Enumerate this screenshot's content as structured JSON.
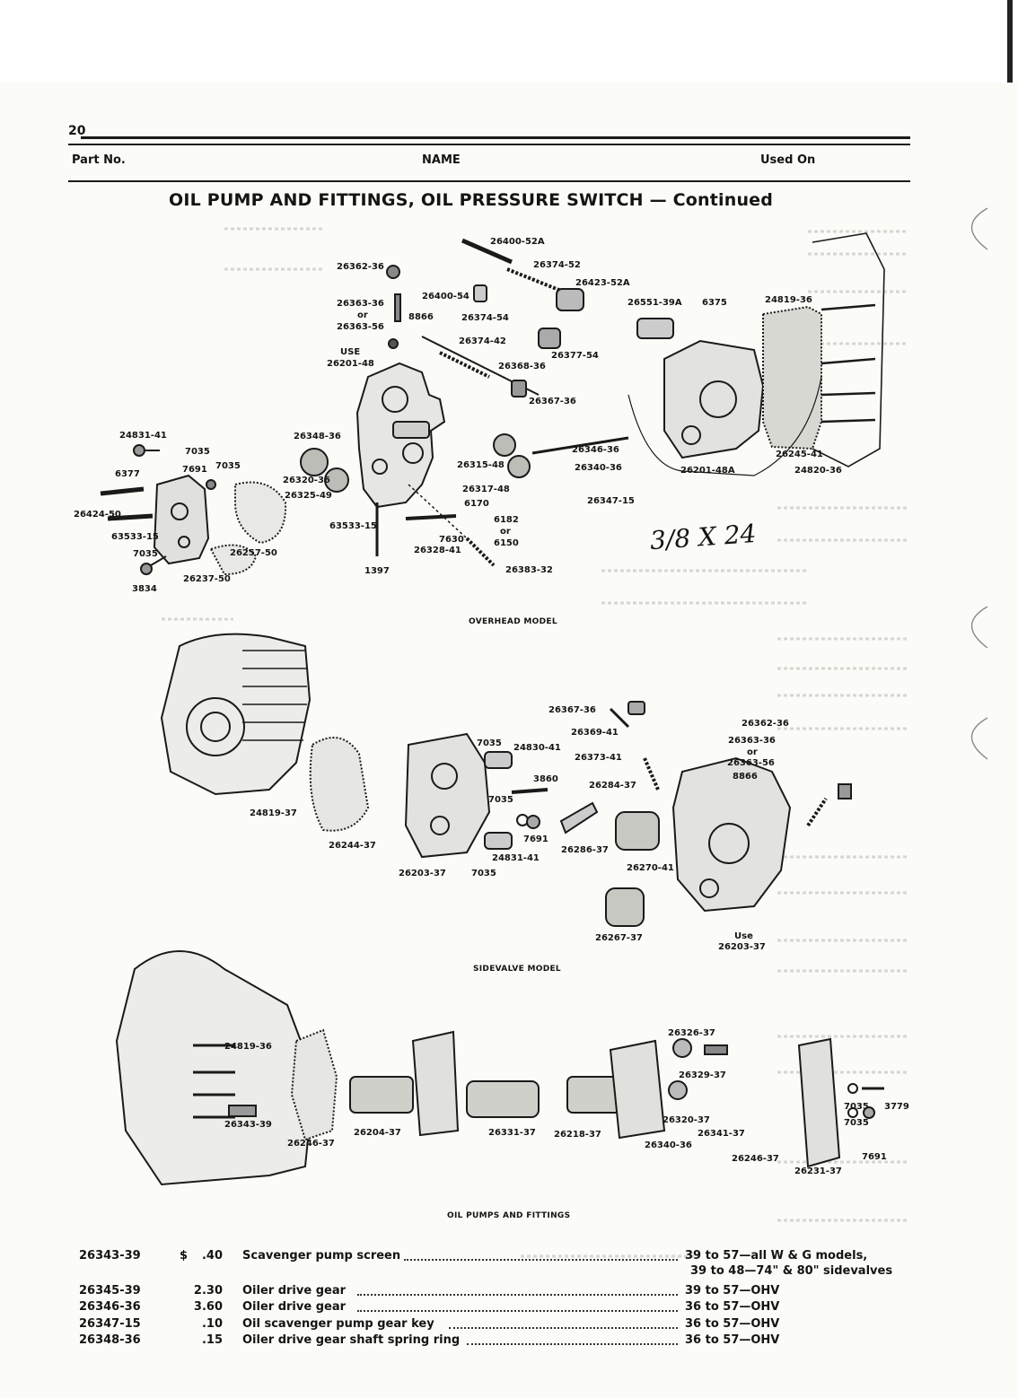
{
  "page_number": "20",
  "header": {
    "part_no": "Part No.",
    "name": "NAME",
    "used_on": "Used On"
  },
  "title": "OIL PUMP AND FITTINGS, OIL PRESSURE SWITCH — Continued",
  "figure_captions": {
    "overhead": "OVERHEAD MODEL",
    "sidevalve": "SIDEVALVE MODEL",
    "pumps": "OIL PUMPS AND FITTINGS"
  },
  "handwritten_note": "3/8 X 24",
  "callouts": {
    "c01": "26400-52A",
    "c02": "26374-52",
    "c03": "26362-36",
    "c04": "26423-52A",
    "c05": "26400-54",
    "c06": "26363-36",
    "c07": "or",
    "c08": "26363-56",
    "c09": "8866",
    "c10": "26374-54",
    "c11": "26551-39A",
    "c12": "6375",
    "c13": "24819-36",
    "c14": "26374-42",
    "c15": "USE",
    "c16": "26201-48",
    "c17": "26377-54",
    "c18": "26368-36",
    "c19": "26367-36",
    "c20": "24831-41",
    "c21": "7035",
    "c22": "26348-36",
    "c23": "6377",
    "c24": "7691",
    "c25": "7035",
    "c26": "26346-36",
    "c27": "26340-36",
    "c28": "26315-48",
    "c29": "26245-41",
    "c30": "26201-48A",
    "c31": "24820-36",
    "c32": "26320-36",
    "c33": "26325-49",
    "c34": "26317-48",
    "c35": "6170",
    "c36": "26424-50",
    "c37": "26347-15",
    "c38": "63533-15",
    "c39": "6182",
    "c40": "or",
    "c41": "6150",
    "c42": "7630",
    "c43": "26328-41",
    "c44": "7035",
    "c45": "26257-50",
    "c46": "26237-50",
    "c47": "3834",
    "c48": "1397",
    "c49": "26383-32",
    "s01": "26367-36",
    "s02": "26362-36",
    "s03": "26369-41",
    "s04": "26363-36",
    "s05": "or",
    "s06": "7035",
    "s07": "24830-41",
    "s08": "26373-41",
    "s09": "26363-56",
    "s10": "8866",
    "s11": "3860",
    "s12": "26284-37",
    "s13": "7035",
    "s14": "24819-37",
    "s15": "7691",
    "s16": "26286-37",
    "s17": "24831-41",
    "s18": "26244-37",
    "s19": "26203-37",
    "s20": "7035",
    "s21": "26270-41",
    "s22": "26267-37",
    "s23": "Use",
    "s24": "26203-37",
    "p01": "26326-37",
    "p02": "24819-36",
    "p03": "26329-37",
    "p04": "7035",
    "p05": "3779",
    "p06": "7035",
    "p07": "26320-37",
    "p08": "26341-37",
    "p09": "26343-39",
    "p10": "26204-37",
    "p11": "26331-37",
    "p12": "26218-37",
    "p13": "26340-36",
    "p14": "7691",
    "p15": "26246-37",
    "p16": "26246-37",
    "p17": "26231-37"
  },
  "parts": [
    {
      "part_no": "26343-39",
      "currency": "$",
      "price": ".40",
      "name": "Scavenger pump screen",
      "used_on": "39 to 57—all W & G models,",
      "used_on_2": "39 to 48—74\" & 80\" sidevalves"
    },
    {
      "part_no": "26345-39",
      "currency": "",
      "price": "2.30",
      "name": "Oiler drive gear",
      "used_on": "39 to 57—OHV",
      "used_on_2": ""
    },
    {
      "part_no": "26346-36",
      "currency": "",
      "price": "3.60",
      "name": "Oiler drive gear",
      "used_on": "36 to 57—OHV",
      "used_on_2": ""
    },
    {
      "part_no": "26347-15",
      "currency": "",
      "price": ".10",
      "name": "Oil scavenger pump gear key",
      "used_on": "36 to 57—OHV",
      "used_on_2": ""
    },
    {
      "part_no": "26348-36",
      "currency": "",
      "price": ".15",
      "name": "Oiler drive gear shaft spring ring",
      "used_on": "36 to 57—OHV",
      "used_on_2": ""
    }
  ]
}
